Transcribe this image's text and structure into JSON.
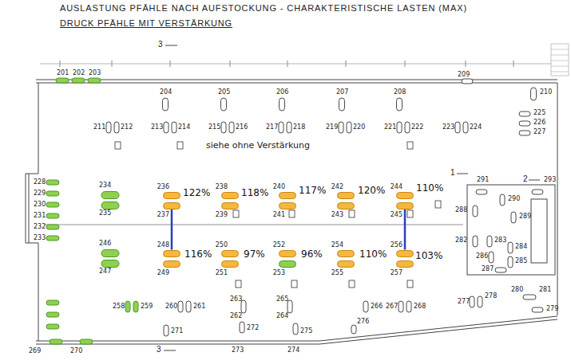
{
  "diagram": {
    "title": "AUSLASTUNG PFÄHLE NACH AUFSTOCKUNG - CHARAKTERISTISCHE LASTEN (MAX)",
    "nodes": [
      {
        "text": [
          "236"
        ]
      },
      {
        "text": [
          "237"
        ]
      },
      {
        "text": [
          "238"
        ]
      },
      {
        "text": [
          "239"
        ]
      },
      {
        "text": [
          "240"
        ]
      },
      {
        "text": [
          "241"
        ]
      },
      {
        "text": [
          "242"
        ]
      },
      {
        "text": [
          "243"
        ]
      },
      {
        "text": [
          "244"
        ]
      },
      {
        "text": [
          "245"
        ]
      },
      {
        "text": [
          "248"
        ]
      },
      {
        "text": [
          "249"
        ]
      },
      {
        "text": [
          "250"
        ]
      },
      {
        "text": [
          "251"
        ]
      },
      {
        "text": [
          "252"
        ]
      },
      {
        "text": [
          "253"
        ]
      },
      {
        "text": [
          "254"
        ]
      },
      {
        "text": [
          "255"
        ]
      },
      {
        "text": [
          "256"
        ]
      },
      {
        "text": [
          "257"
        ]
      }
    ],
    "edges": [
      {
        "from": 1,
        "to": 10,
        "arrow": "none"
      },
      {
        "from": 9,
        "to": 18,
        "arrow": "none"
      }
    ],
    "labels": [
      "DRUCK PFÄHLE MIT VERSTÄRKUNG",
      "siehe ohne Verstärkung",
      "122%",
      "118%",
      "117%",
      "120%",
      "110%",
      "116%",
      "97%",
      "96%",
      "110%",
      "103%",
      "201",
      "202",
      "203",
      "204",
      "205",
      "206",
      "207",
      "208",
      "209",
      "210",
      "211",
      "212",
      "213",
      "214",
      "215",
      "216",
      "217",
      "218",
      "219",
      "220",
      "221",
      "222",
      "223",
      "224",
      "225",
      "226",
      "227",
      "228",
      "229",
      "230",
      "231",
      "232",
      "233",
      "234",
      "235",
      "246",
      "247",
      "291",
      "293",
      "290",
      "288",
      "289",
      "282",
      "283",
      "284",
      "285",
      "286",
      "287",
      "258",
      "259",
      "260",
      "261",
      "263",
      "262",
      "265",
      "264",
      "266",
      "267",
      "268",
      "277",
      "278",
      "280",
      "281",
      "279",
      "269",
      "270",
      "271",
      "272",
      "273",
      "274",
      "275",
      "276",
      "3",
      "3",
      "1",
      "2"
    ]
  }
}
